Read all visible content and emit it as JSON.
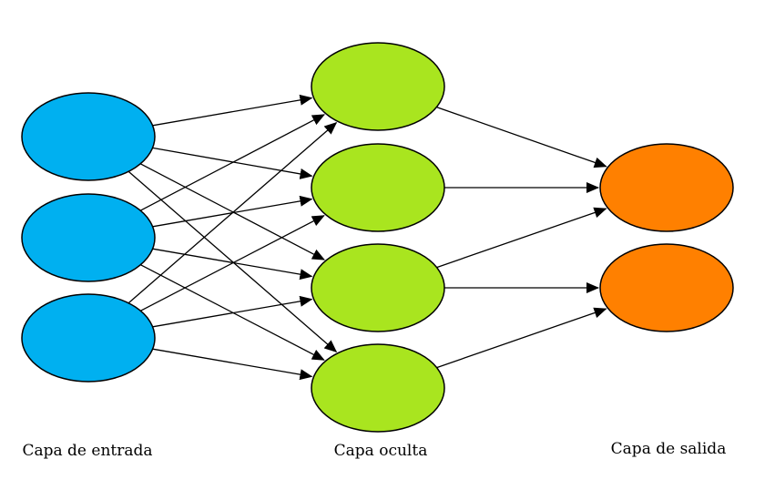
{
  "diagram": {
    "layers": [
      {
        "label": "Capa de entrada",
        "nodes": 3,
        "color": "#00b0f0"
      },
      {
        "label": "Capa oculta",
        "nodes": 4,
        "color": "#a9e51f"
      },
      {
        "label": "Capa de salida",
        "nodes": 2,
        "color": "#ff8000"
      }
    ],
    "connections": [
      [
        [
          0,
          0
        ],
        [
          1,
          0
        ]
      ],
      [
        [
          0,
          0
        ],
        [
          1,
          1
        ]
      ],
      [
        [
          0,
          0
        ],
        [
          1,
          2
        ]
      ],
      [
        [
          0,
          0
        ],
        [
          1,
          3
        ]
      ],
      [
        [
          0,
          1
        ],
        [
          1,
          0
        ]
      ],
      [
        [
          0,
          1
        ],
        [
          1,
          1
        ]
      ],
      [
        [
          0,
          1
        ],
        [
          1,
          2
        ]
      ],
      [
        [
          0,
          1
        ],
        [
          1,
          3
        ]
      ],
      [
        [
          0,
          2
        ],
        [
          1,
          0
        ]
      ],
      [
        [
          0,
          2
        ],
        [
          1,
          1
        ]
      ],
      [
        [
          0,
          2
        ],
        [
          1,
          2
        ]
      ],
      [
        [
          0,
          2
        ],
        [
          1,
          3
        ]
      ],
      [
        [
          1,
          0
        ],
        [
          2,
          0
        ]
      ],
      [
        [
          1,
          1
        ],
        [
          2,
          0
        ]
      ],
      [
        [
          1,
          2
        ],
        [
          2,
          0
        ]
      ],
      [
        [
          1,
          2
        ],
        [
          2,
          1
        ]
      ],
      [
        [
          1,
          3
        ],
        [
          2,
          1
        ]
      ]
    ],
    "edge_color": "#000000"
  }
}
